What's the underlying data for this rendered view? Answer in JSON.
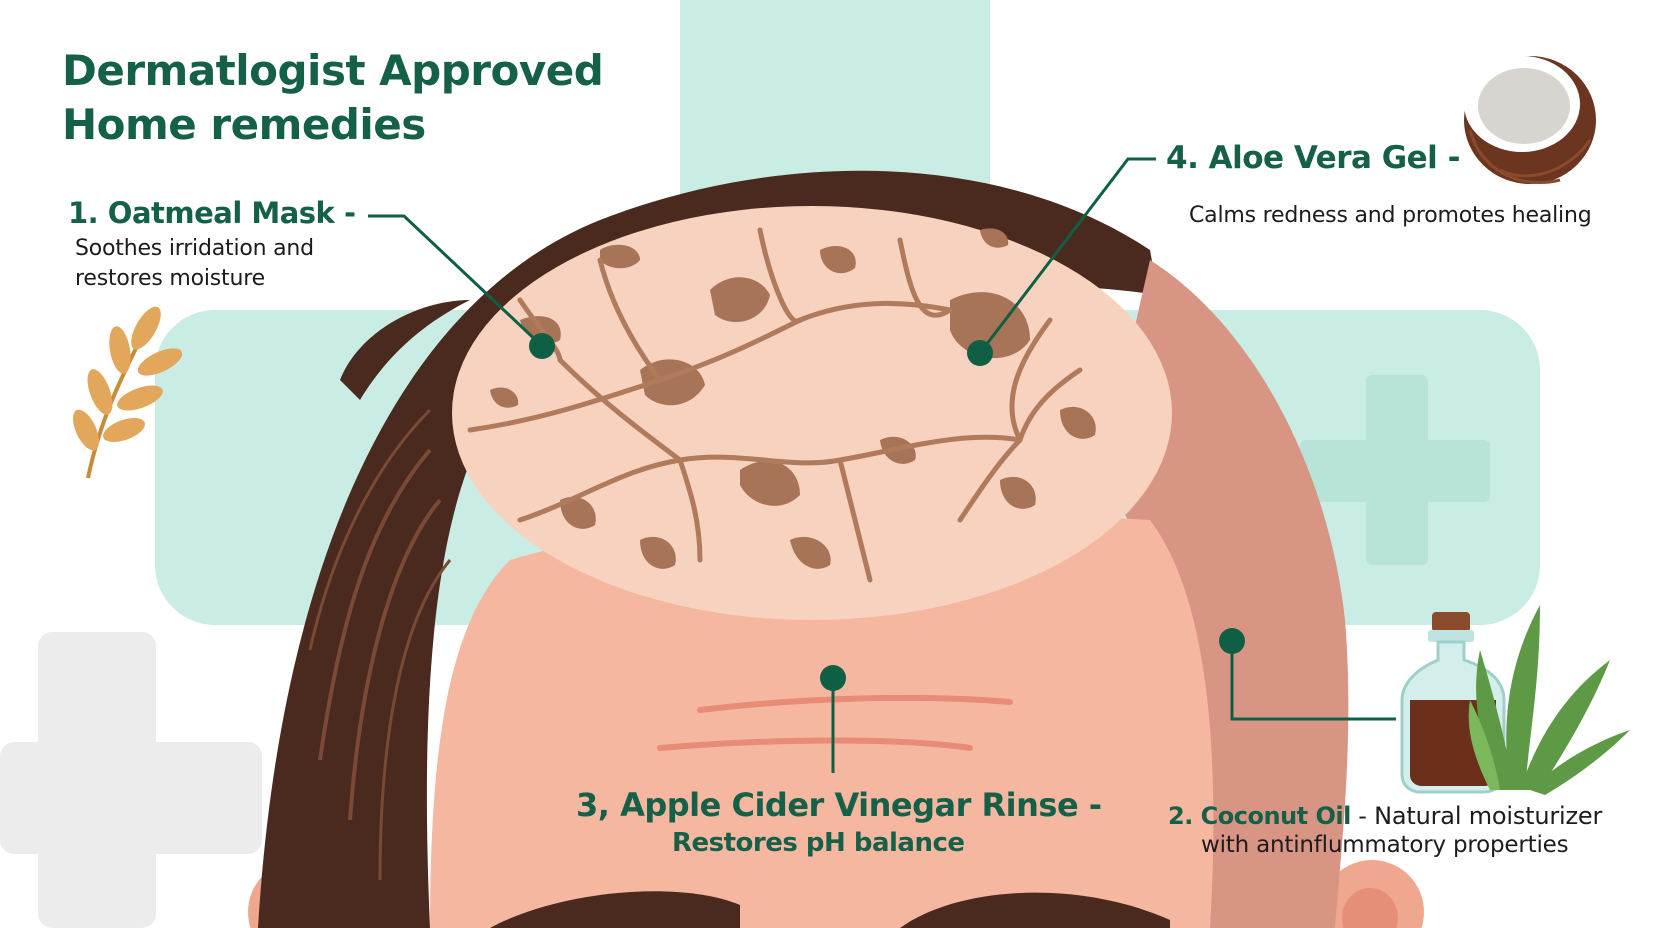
{
  "title": {
    "line1": "Dermatlogist Approved",
    "line2": "Home remedies"
  },
  "remedies": [
    {
      "label": "1. Oatmeal Mask -",
      "description_line1": "Soothes irridation and",
      "description_line2": "restores moisture",
      "icon": "oat-stalk-icon"
    },
    {
      "label": "2. Coconut Oil",
      "description_line1": " - Natural moisturizer",
      "description_line2": "with antinflummatory properties",
      "icon": "oil-bottle-icon"
    },
    {
      "label": "3, Apple Cider Vinegar Rinse -",
      "description_line1": "Restores pH balance",
      "icon": "none"
    },
    {
      "label": "4. Aloe Vera Gel -",
      "description_line1": "Calms redness and promotes healing",
      "icon": "coconut-icon"
    }
  ],
  "extra_icons": [
    "aloe-plant-icon",
    "medical-cross-icon"
  ],
  "colors": {
    "accent_green": "#156049",
    "marker": "#0f5f45",
    "mint_cross": "#c9ece4",
    "grey_cross": "#ececec",
    "hair": "#4a2a1e",
    "skin": "#f6b7a0",
    "scalp_patch": "#f7d2be",
    "flake": "#a87458"
  }
}
